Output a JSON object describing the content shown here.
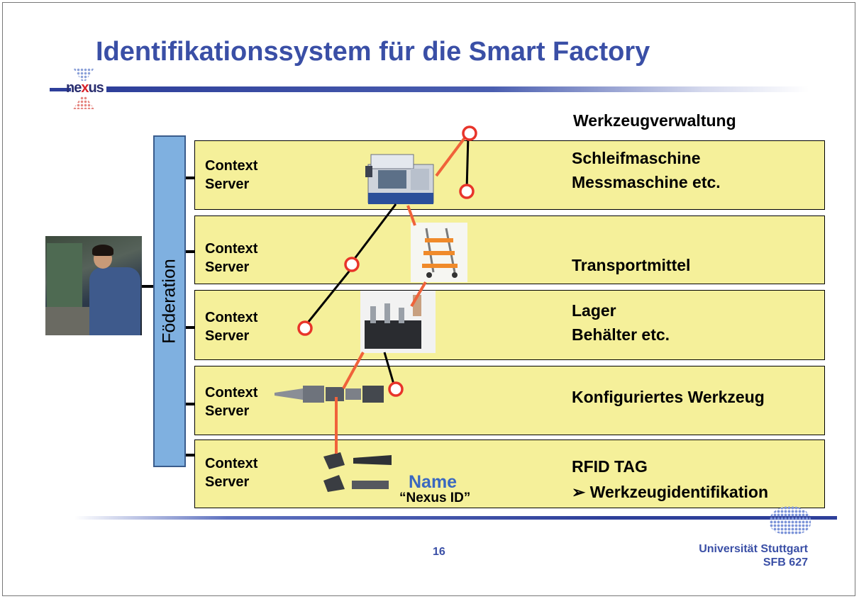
{
  "slide": {
    "title": "Identifikationssystem für die Smart Factory",
    "logo_text_pre": "ne",
    "logo_text_x": "x",
    "logo_text_post": "us",
    "page_number": "16",
    "university_line1": "Universität Stuttgart",
    "university_line2": "SFB 627"
  },
  "diagram": {
    "federation_label": "Föderation",
    "header_label": "Werkzeugverwaltung",
    "rows": [
      {
        "server_line1": "Context",
        "server_line2": "Server",
        "label_line1": "Schleifmaschine",
        "label_line2": "Messmaschine etc."
      },
      {
        "server_line1": "Context",
        "server_line2": "Server",
        "label_line1": "Transportmittel",
        "label_line2": ""
      },
      {
        "server_line1": "Context",
        "server_line2": "Server",
        "label_line1": "Lager",
        "label_line2": "Behälter etc."
      },
      {
        "server_line1": "Context",
        "server_line2": "Server",
        "label_line1": "Konfiguriertes Werkzeug",
        "label_line2": ""
      },
      {
        "server_line1": "Context",
        "server_line2": "Server",
        "label_line1": "RFID TAG",
        "label_line2": ""
      }
    ],
    "rfid_bullet": "Werkzeugidentifikation",
    "name_label": "Name",
    "nexus_id_label": "“Nexus ID”"
  },
  "colors": {
    "title": "#3a4fa6",
    "row_fill": "#f5f09a",
    "federation_fill": "#7fb0e0",
    "orange_link": "#f0623a",
    "node_ring": "#e8342a"
  },
  "icons": {
    "rfid_bullet": "arrowhead-bullet-icon",
    "logo": "nexus-logo"
  }
}
